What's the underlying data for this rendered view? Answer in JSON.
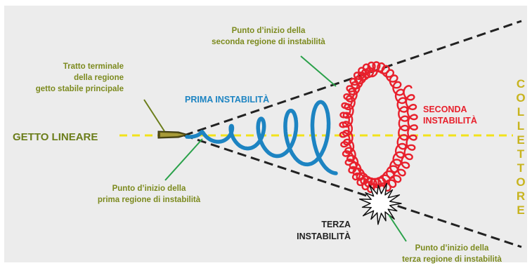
{
  "labels": {
    "getto_lineare": "GETTO LINEARE",
    "tratto_1": "Tratto terminale",
    "tratto_2": "della regione",
    "tratto_3": "getto stabile principale",
    "prima_instabilita": "PRIMA INSTABILITÀ",
    "seconda_1": "SECONDA",
    "seconda_2": "INSTABILITÀ",
    "terza_1": "TERZA",
    "terza_2": "INSTABILITÀ",
    "punto_seconda_1": "Punto d’inizio della",
    "punto_seconda_2": "seconda regione di instabilità",
    "punto_prima_1": "Punto d’inizio della",
    "punto_prima_2": "prima regione di instabilità",
    "punto_terza_1": "Punto d’inizio della",
    "punto_terza_2": "terza regione di instabilità",
    "collettore": [
      "C",
      "O",
      "L",
      "L",
      "E",
      "T",
      "T",
      "O",
      "R",
      "E"
    ]
  },
  "colors": {
    "background": "#ececec",
    "axis_line": "#f2e21a",
    "cone_lines": "#222222",
    "first_instability": "#1d84c2",
    "second_instability": "#e8202c",
    "pointer_lines": "#2aa14a",
    "label_olive": "#7c8a1e",
    "collector_text": "#c8b41e"
  }
}
